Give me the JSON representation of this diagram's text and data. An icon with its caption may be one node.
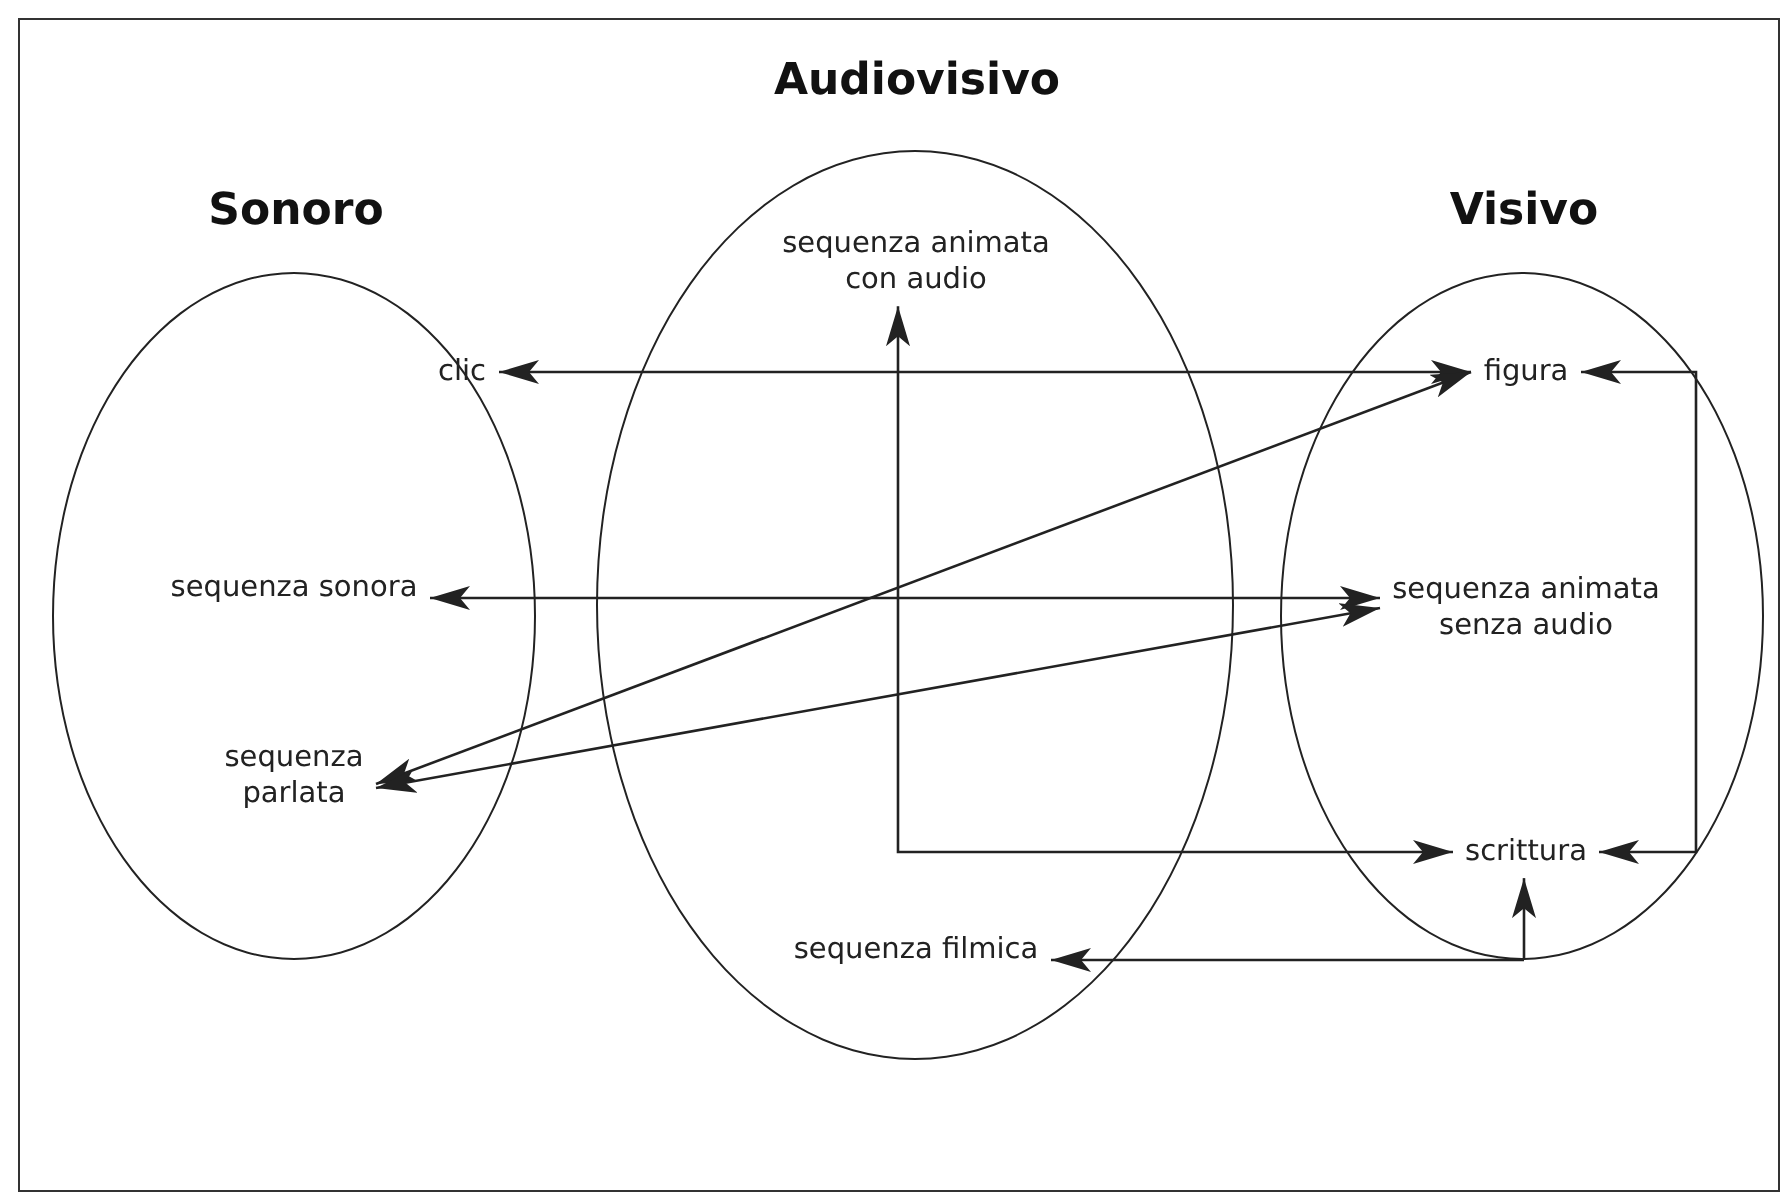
{
  "diagram": {
    "nodes": [
      {
        "text": [
          "Sonoro"
        ]
      },
      {
        "text": [
          "clic"
        ],
        "in": 0
      },
      {
        "text": [
          "sequenza sonora"
        ],
        "in": 0
      },
      {
        "text": [
          "sequenza parlata"
        ],
        "in": 0
      },
      {
        "text": [
          "Audiovisivo"
        ]
      },
      {
        "text": [
          "sequenza animata con audio"
        ],
        "in": 4
      },
      {
        "text": [
          "sequenza filmica"
        ],
        "in": 4
      },
      {
        "text": [
          "Visivo"
        ]
      },
      {
        "text": [
          "figura"
        ],
        "in": 7
      },
      {
        "text": [
          "sequenza animata senza audio"
        ],
        "in": 7
      },
      {
        "text": [
          "scrittura"
        ],
        "in": 7
      }
    ],
    "edges": [
      {
        "from": 1,
        "to": 8,
        "arrow": "both"
      },
      {
        "from": 2,
        "to": 9,
        "arrow": "both"
      },
      {
        "from": 8,
        "to": 3,
        "arrow": "both"
      },
      {
        "from": 9,
        "to": 3,
        "arrow": "both"
      },
      {
        "from": 5,
        "to": 10,
        "arrow": "both"
      },
      {
        "from": 8,
        "to": 10,
        "arrow": "both"
      },
      {
        "from": 7,
        "to": 6,
        "arrow": "to"
      },
      {
        "from": 7,
        "to": 10,
        "arrow": "to"
      }
    ]
  }
}
